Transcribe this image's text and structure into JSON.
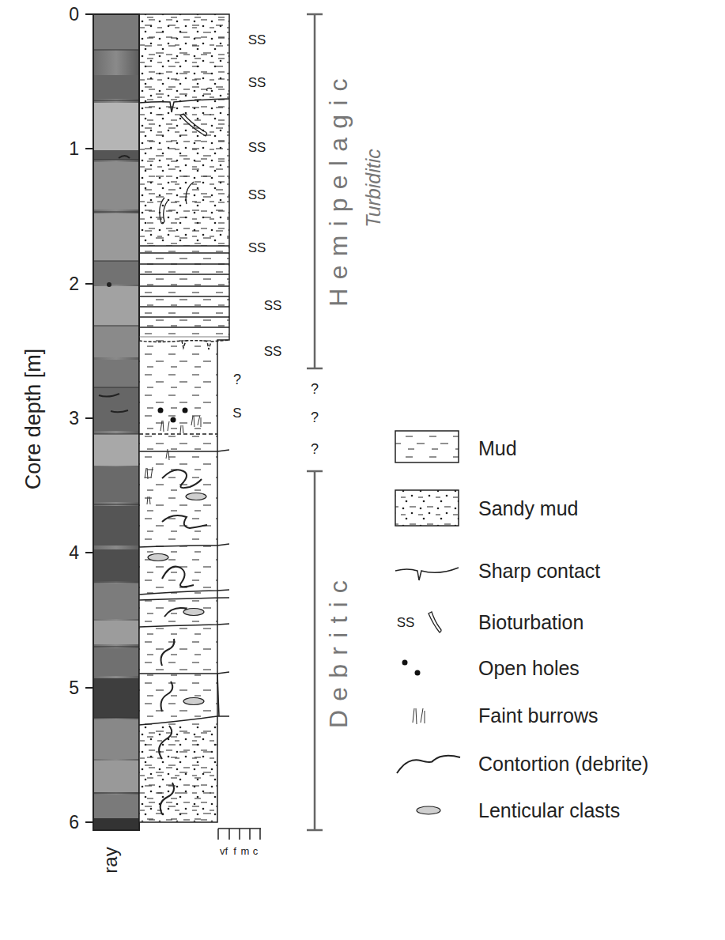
{
  "diagram": {
    "labels": [
      "Core depth [m]",
      "0",
      "1",
      "2",
      "3",
      "4",
      "5",
      "6",
      "SS",
      "SS",
      "SS",
      "SS",
      "SS",
      "SS",
      "SS",
      "S",
      "?",
      "?",
      "?",
      "?",
      "Hemipelagic",
      "Turbiditic",
      "Debritic",
      "ray",
      "vf",
      "f",
      "m",
      "c",
      "SS"
    ],
    "legend": [
      {
        "text": "Mud"
      },
      {
        "text": "Sandy mud"
      },
      {
        "text": "Sharp contact"
      },
      {
        "text": "Bioturbation"
      },
      {
        "text": "Open holes"
      },
      {
        "text": "Faint burrows"
      },
      {
        "text": "Contortion (debrite)"
      },
      {
        "text": "Lenticular clasts"
      }
    ]
  }
}
